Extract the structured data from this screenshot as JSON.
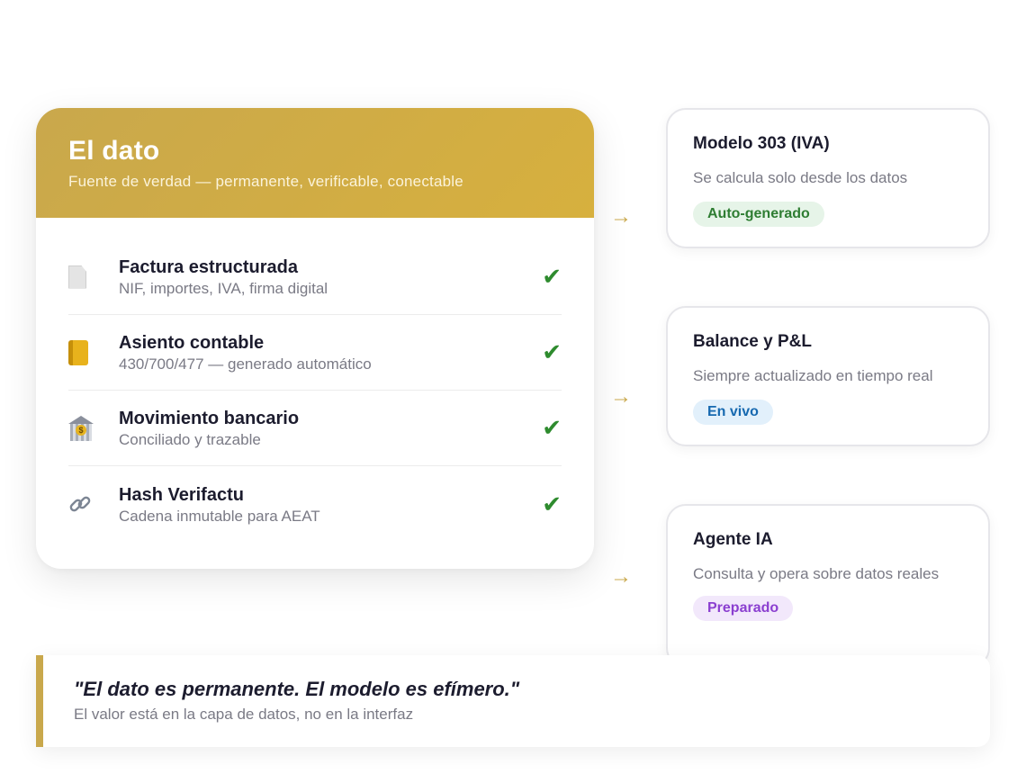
{
  "main": {
    "title": "El dato",
    "subtitle": "Fuente de verdad — permanente, verificable, conectable",
    "rows": [
      {
        "icon": "document-icon",
        "title": "Factura estructurada",
        "sub": "NIF, importes, IVA, firma digital",
        "check": "✔"
      },
      {
        "icon": "ledger-icon",
        "title": "Asiento contable",
        "sub": "430/700/477 — generado automático",
        "check": "✔"
      },
      {
        "icon": "bank-icon",
        "title": "Movimiento bancario",
        "sub": "Conciliado y trazable",
        "check": "✔"
      },
      {
        "icon": "link-icon",
        "title": "Hash Verifactu",
        "sub": "Cadena inmutable para AEAT",
        "check": "✔"
      }
    ]
  },
  "outputs": [
    {
      "title": "Modelo 303 (IVA)",
      "desc": "Se calcula solo desde los datos",
      "badge": "Auto-generado",
      "badge_color": "#2e7d32"
    },
    {
      "title": "Balance y P&L",
      "desc": "Siempre actualizado en tiempo real",
      "badge": "En vivo",
      "badge_color": "#1769b0"
    },
    {
      "title": "Agente IA",
      "desc": "Consulta y opera sobre datos reales",
      "badge": "Preparado",
      "badge_color": "#8b3fd0"
    }
  ],
  "arrow_glyph": "→",
  "quote": {
    "text": "\"El dato es permanente. El modelo es efímero.\"",
    "sub": "El valor está en la capa de datos, no en la interfaz"
  },
  "colors": {
    "accent_gold": "#c9a84c",
    "check_green": "#2e8b2e"
  }
}
